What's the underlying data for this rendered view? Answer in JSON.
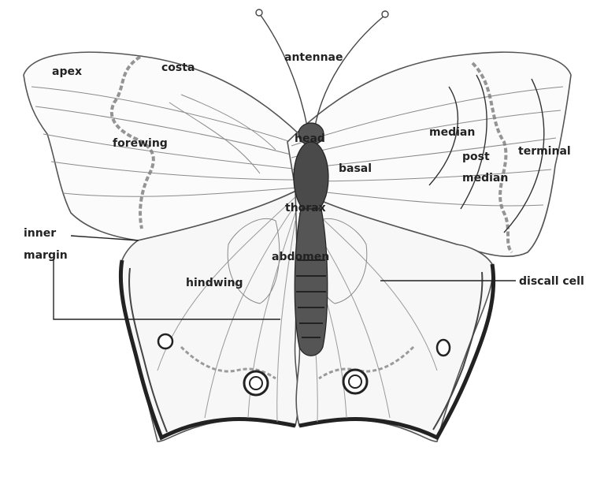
{
  "labels": {
    "apex": "apex",
    "costa": "costa",
    "antennae": "antennae",
    "forewing": "forewing",
    "head": "head",
    "basal": "basal",
    "median": "median",
    "post": "post",
    "post_median": "median",
    "terminal": "terminal",
    "thorax": "thorax",
    "inner_margin_1": "inner",
    "inner_margin_2": "margin",
    "abdomen": "abdomen",
    "hindwing": "hindwing",
    "discal_cell": "discall cell"
  },
  "colors": {
    "ink": "#222222",
    "pencil": "#555555",
    "light_pencil": "#9a9a9a",
    "band": "#7a7a7a",
    "body_fill": "#4a4a4a",
    "background": "#ffffff"
  }
}
